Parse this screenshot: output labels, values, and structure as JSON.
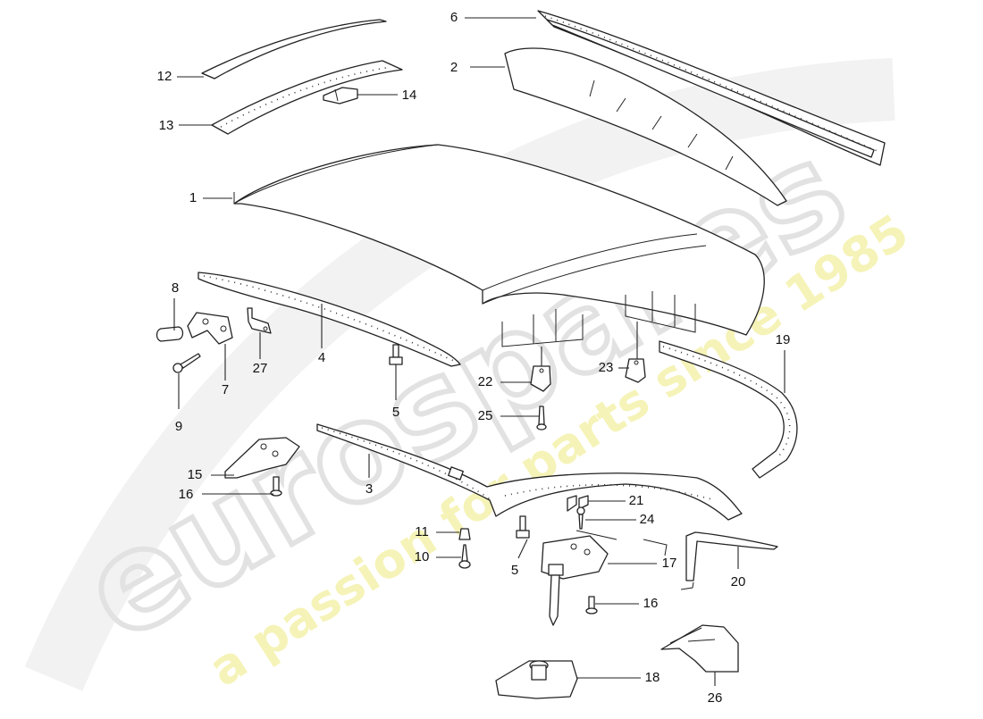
{
  "diagram": {
    "type": "exploded-parts-diagram",
    "subject": "convertible hardtop roof assembly"
  },
  "watermark": {
    "brand": "eurospares",
    "tagline": "a passion for parts since 1985",
    "brand_color": "#e8e8e8",
    "tagline_color": "#f4f1a8"
  },
  "callouts": [
    {
      "id": "1",
      "label": "1"
    },
    {
      "id": "2",
      "label": "2"
    },
    {
      "id": "3",
      "label": "3"
    },
    {
      "id": "4",
      "label": "4"
    },
    {
      "id": "5a",
      "label": "5"
    },
    {
      "id": "5b",
      "label": "5"
    },
    {
      "id": "6",
      "label": "6"
    },
    {
      "id": "7",
      "label": "7"
    },
    {
      "id": "8",
      "label": "8"
    },
    {
      "id": "9",
      "label": "9"
    },
    {
      "id": "10",
      "label": "10"
    },
    {
      "id": "11",
      "label": "11"
    },
    {
      "id": "12",
      "label": "12"
    },
    {
      "id": "13",
      "label": "13"
    },
    {
      "id": "14",
      "label": "14"
    },
    {
      "id": "15",
      "label": "15"
    },
    {
      "id": "16a",
      "label": "16"
    },
    {
      "id": "16b",
      "label": "16"
    },
    {
      "id": "17",
      "label": "17"
    },
    {
      "id": "18",
      "label": "18"
    },
    {
      "id": "19",
      "label": "19"
    },
    {
      "id": "20",
      "label": "20"
    },
    {
      "id": "21",
      "label": "21"
    },
    {
      "id": "22",
      "label": "22"
    },
    {
      "id": "23",
      "label": "23"
    },
    {
      "id": "24",
      "label": "24"
    },
    {
      "id": "25",
      "label": "25"
    },
    {
      "id": "26",
      "label": "26"
    },
    {
      "id": "27",
      "label": "27"
    }
  ]
}
